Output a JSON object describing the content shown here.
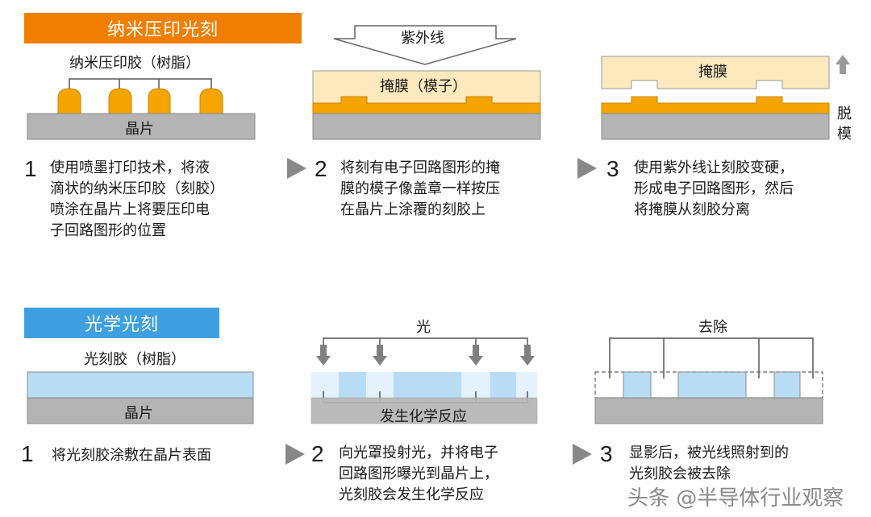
{
  "top": {
    "banner": "纳米压印光刻",
    "banner_color": "#f07e00",
    "resin_label": "纳米压印胶（树脂）",
    "wafer_label": "晶片",
    "uv_label": "紫外线",
    "mold_label": "掩膜（模子）",
    "mask_label": "掩膜",
    "release_label_1": "脱",
    "release_label_2": "模",
    "steps": [
      {
        "num": "1",
        "lines": [
          "使用喷墨打印技术，将液",
          "滴状的纳米压印胶（刻胶）",
          "喷涂在晶片上将要压印电",
          "子回路图形的位置"
        ]
      },
      {
        "num": "2",
        "lines": [
          "将刻有电子回路图形的掩",
          "膜的模子像盖章一样按压",
          "在晶片上涂覆的刻胶上"
        ]
      },
      {
        "num": "3",
        "lines": [
          "使用紫外线让刻胶变硬，",
          "形成电子回路图形，然后",
          "将掩膜从刻胶分离"
        ]
      }
    ]
  },
  "bottom": {
    "banner": "光学光刻",
    "banner_color": "#3ea0e0",
    "resist_label": "光刻胶（树脂）",
    "wafer_label": "晶片",
    "light_label": "光",
    "reaction_label": "发生化学反应",
    "remove_label": "去除",
    "steps": [
      {
        "num": "1",
        "lines": [
          "将光刻胶涂敷在晶片表面"
        ]
      },
      {
        "num": "2",
        "lines": [
          "向光罩投射光，并将电子",
          "回路图形曝光到晶片上，",
          "光刻胶会发生化学反应"
        ]
      },
      {
        "num": "3",
        "lines": [
          "显影后，被光线照射到的",
          "光刻胶会被去除"
        ]
      }
    ]
  },
  "colors": {
    "resin_orange": "#f5a400",
    "mold_cream": "#fde9be",
    "wafer_gray": "#b4b4b4",
    "resist_blue": "#b8dcf3",
    "resist_blue_light": "#e3f1fb",
    "step_arrow_gray": "#888888",
    "light_arrow_gray": "#808080"
  },
  "watermark": "头条 @半导体行业观察"
}
